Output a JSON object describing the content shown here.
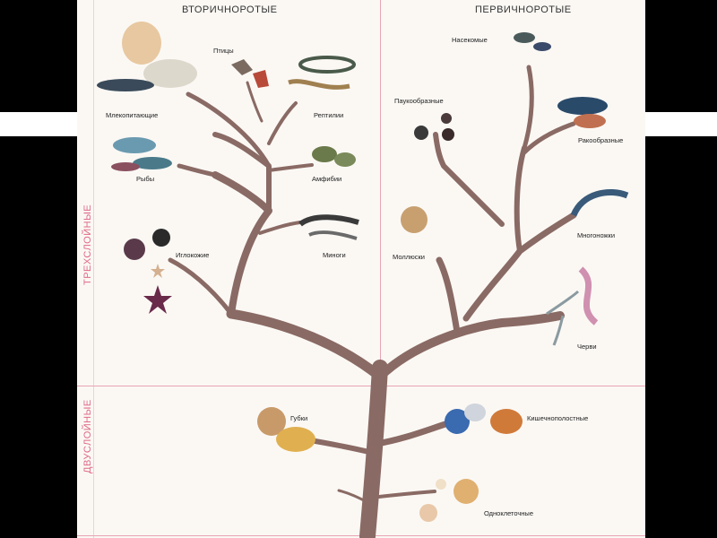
{
  "headers": {
    "deuterostomes": "ВТОРИЧНОРОТЫЕ",
    "protostomes": "ПЕРВИЧНОРОТЫЕ"
  },
  "side_labels": {
    "triploblastic": "ТРЕХСЛОЙНЫЕ",
    "diploblastic": "ДВУСЛОЙНЫЕ"
  },
  "groups": {
    "mammals": "Млекопитающие",
    "birds": "Птицы",
    "reptiles": "Рептилии",
    "fish": "Рыбы",
    "amphibians": "Амфибии",
    "echinoderms": "Иглокожие",
    "lampreys": "Миноги",
    "insects": "Насекомые",
    "arachnids": "Паукообразные",
    "crustaceans": "Ракообразные",
    "myriapods": "Многоножки",
    "molluscs": "Моллюски",
    "worms": "Черви",
    "sponges": "Губки",
    "cnidarians": "Кишечнополостные",
    "protists": "Одноклеточные"
  },
  "colors": {
    "trunk": "#8a6a64",
    "rule": "#e8a4b4",
    "side_label": "#e06a86"
  }
}
